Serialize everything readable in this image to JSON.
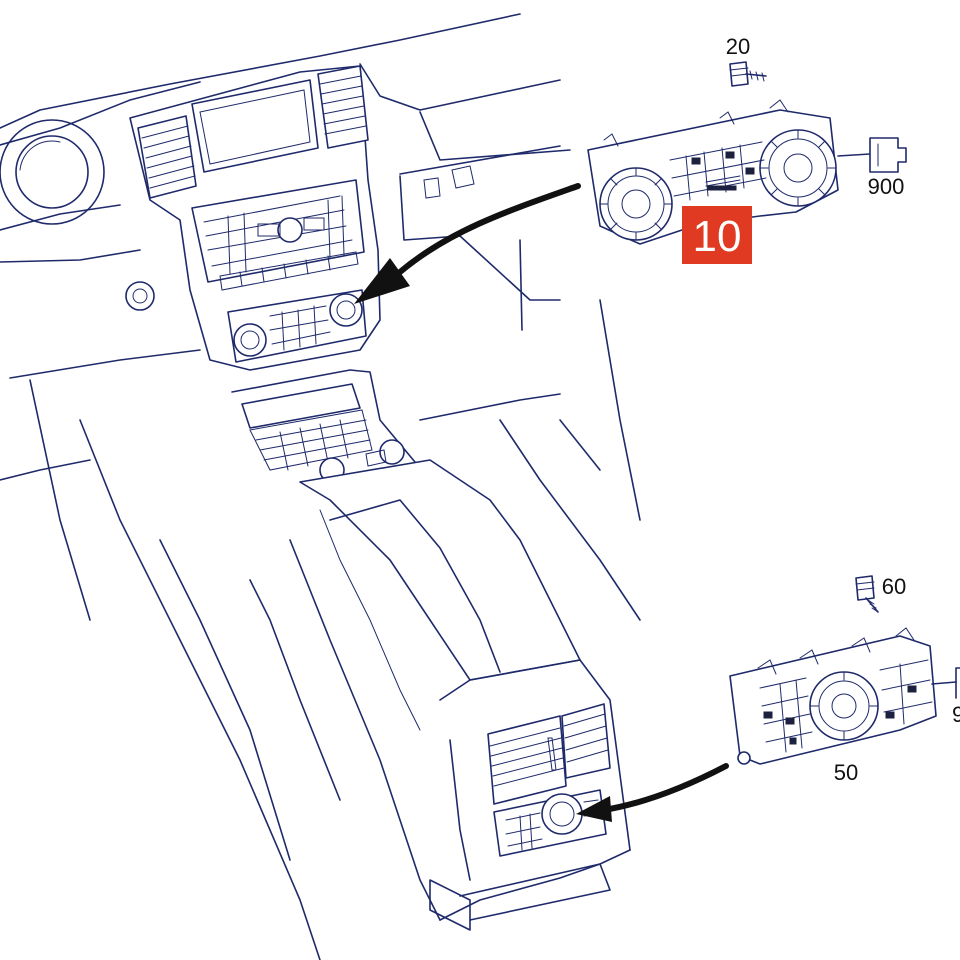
{
  "parts": [
    {
      "id": "p20",
      "label": "20"
    },
    {
      "id": "p900a",
      "label": "900"
    },
    {
      "id": "p10",
      "label": "10"
    },
    {
      "id": "p60",
      "label": "60"
    },
    {
      "id": "p50",
      "label": "50"
    },
    {
      "id": "p900b",
      "label": "9"
    }
  ],
  "colors": {
    "line": "#1f2a6b",
    "highlight_badge": "#e03a22",
    "arrow": "#111111"
  }
}
